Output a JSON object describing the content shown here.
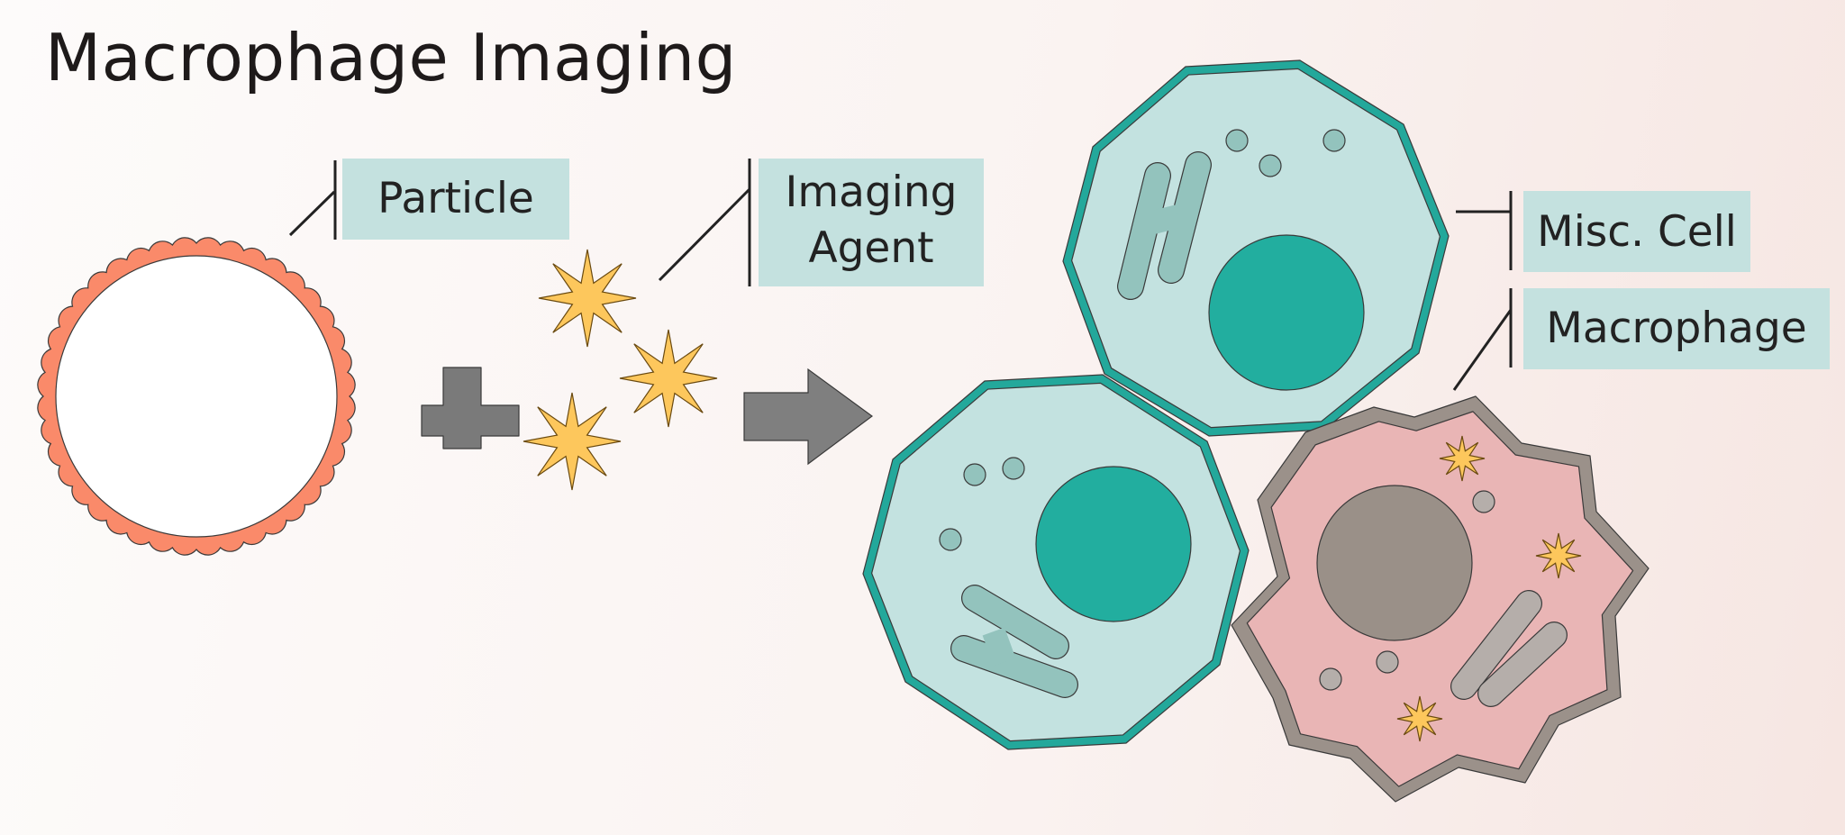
{
  "title": "Macrophage Imaging",
  "labels": {
    "particle": "Particle",
    "imaging_agent_line1": "Imaging",
    "imaging_agent_line2": "Agent",
    "misc_cell": "Misc. Cell",
    "macrophage": "Macrophage"
  },
  "colors": {
    "particle_border": "#fa8a6a",
    "star": "#fdc75c",
    "operator": "#7a7a7a",
    "misc_cell_membrane": "#23a89b",
    "misc_cell_body": "#c3e2e0",
    "misc_cell_nucleus": "#22ae9f",
    "misc_cell_organelle": "#93c3bd",
    "macrophage_membrane": "#9b918a",
    "macrophage_body": "#e9b5b5",
    "macrophage_nucleus": "#9a9088",
    "macrophage_organelle": "#b5aeaa",
    "label_box": "#c4e1df"
  }
}
